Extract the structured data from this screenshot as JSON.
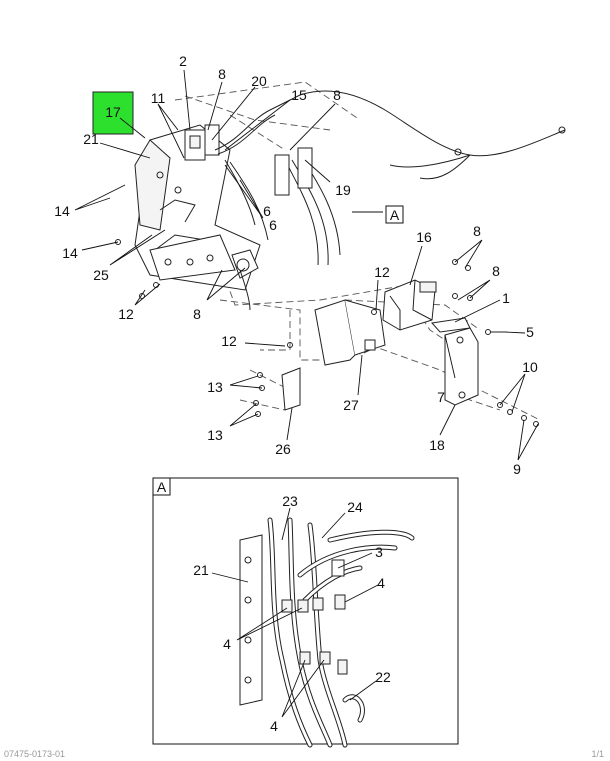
{
  "diagram": {
    "highlighted_callout": "17",
    "view_reference_label": "A",
    "detail_view_label": "A",
    "highlight_color": "#2ee02e",
    "main_callouts": [
      "2",
      "8",
      "20",
      "11",
      "17",
      "15",
      "8",
      "21",
      "6",
      "19",
      "14",
      "A",
      "6",
      "14",
      "25",
      "16",
      "8",
      "12",
      "8",
      "12",
      "8",
      "1",
      "5",
      "12",
      "13",
      "7",
      "27",
      "10",
      "13",
      "26",
      "18",
      "9"
    ],
    "detail_callouts": [
      "23",
      "24",
      "3",
      "21",
      "4",
      "4",
      "22",
      "4"
    ]
  },
  "footer": {
    "ref": "07475-0173-01",
    "page": "1/1"
  }
}
